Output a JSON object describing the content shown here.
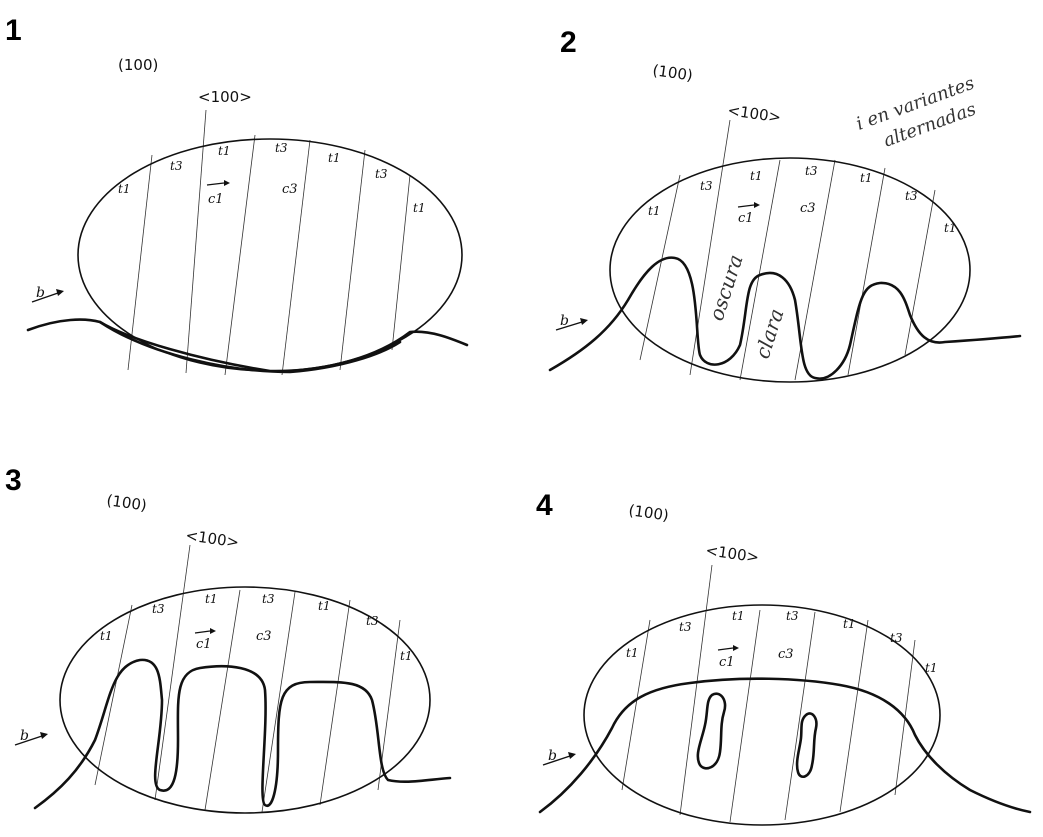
{
  "panels": [
    {
      "number": "1",
      "plane_label": "(100)",
      "direction_label": "<100>",
      "twin_labels": [
        "t1",
        "t3",
        "t1",
        "t3",
        "t1",
        "t3",
        "t1"
      ],
      "vector_c1": "c1",
      "vector_c3": "c3",
      "burgers_label": "b"
    },
    {
      "number": "2",
      "plane_label": "(100)",
      "direction_label": "<100>",
      "twin_labels": [
        "t1",
        "t3",
        "t1",
        "t3",
        "t1",
        "t3",
        "t1"
      ],
      "vector_c1": "c1",
      "vector_c3": "c3",
      "burgers_label": "b",
      "annotation_dark": "oscura",
      "annotation_light": "clara",
      "note_line1": "i en variantes",
      "note_line2": "alternadas"
    },
    {
      "number": "3",
      "plane_label": "(100)",
      "direction_label": "<100>",
      "twin_labels": [
        "t1",
        "t3",
        "t1",
        "t3",
        "t1",
        "t3",
        "t1"
      ],
      "vector_c1": "c1",
      "vector_c3": "c3",
      "burgers_label": "b"
    },
    {
      "number": "4",
      "plane_label": "(100)",
      "direction_label": "<100>",
      "twin_labels": [
        "t1",
        "t3",
        "t1",
        "t3",
        "t1",
        "t3",
        "t1"
      ],
      "vector_c1": "c1",
      "vector_c3": "c3",
      "burgers_label": "b"
    }
  ]
}
